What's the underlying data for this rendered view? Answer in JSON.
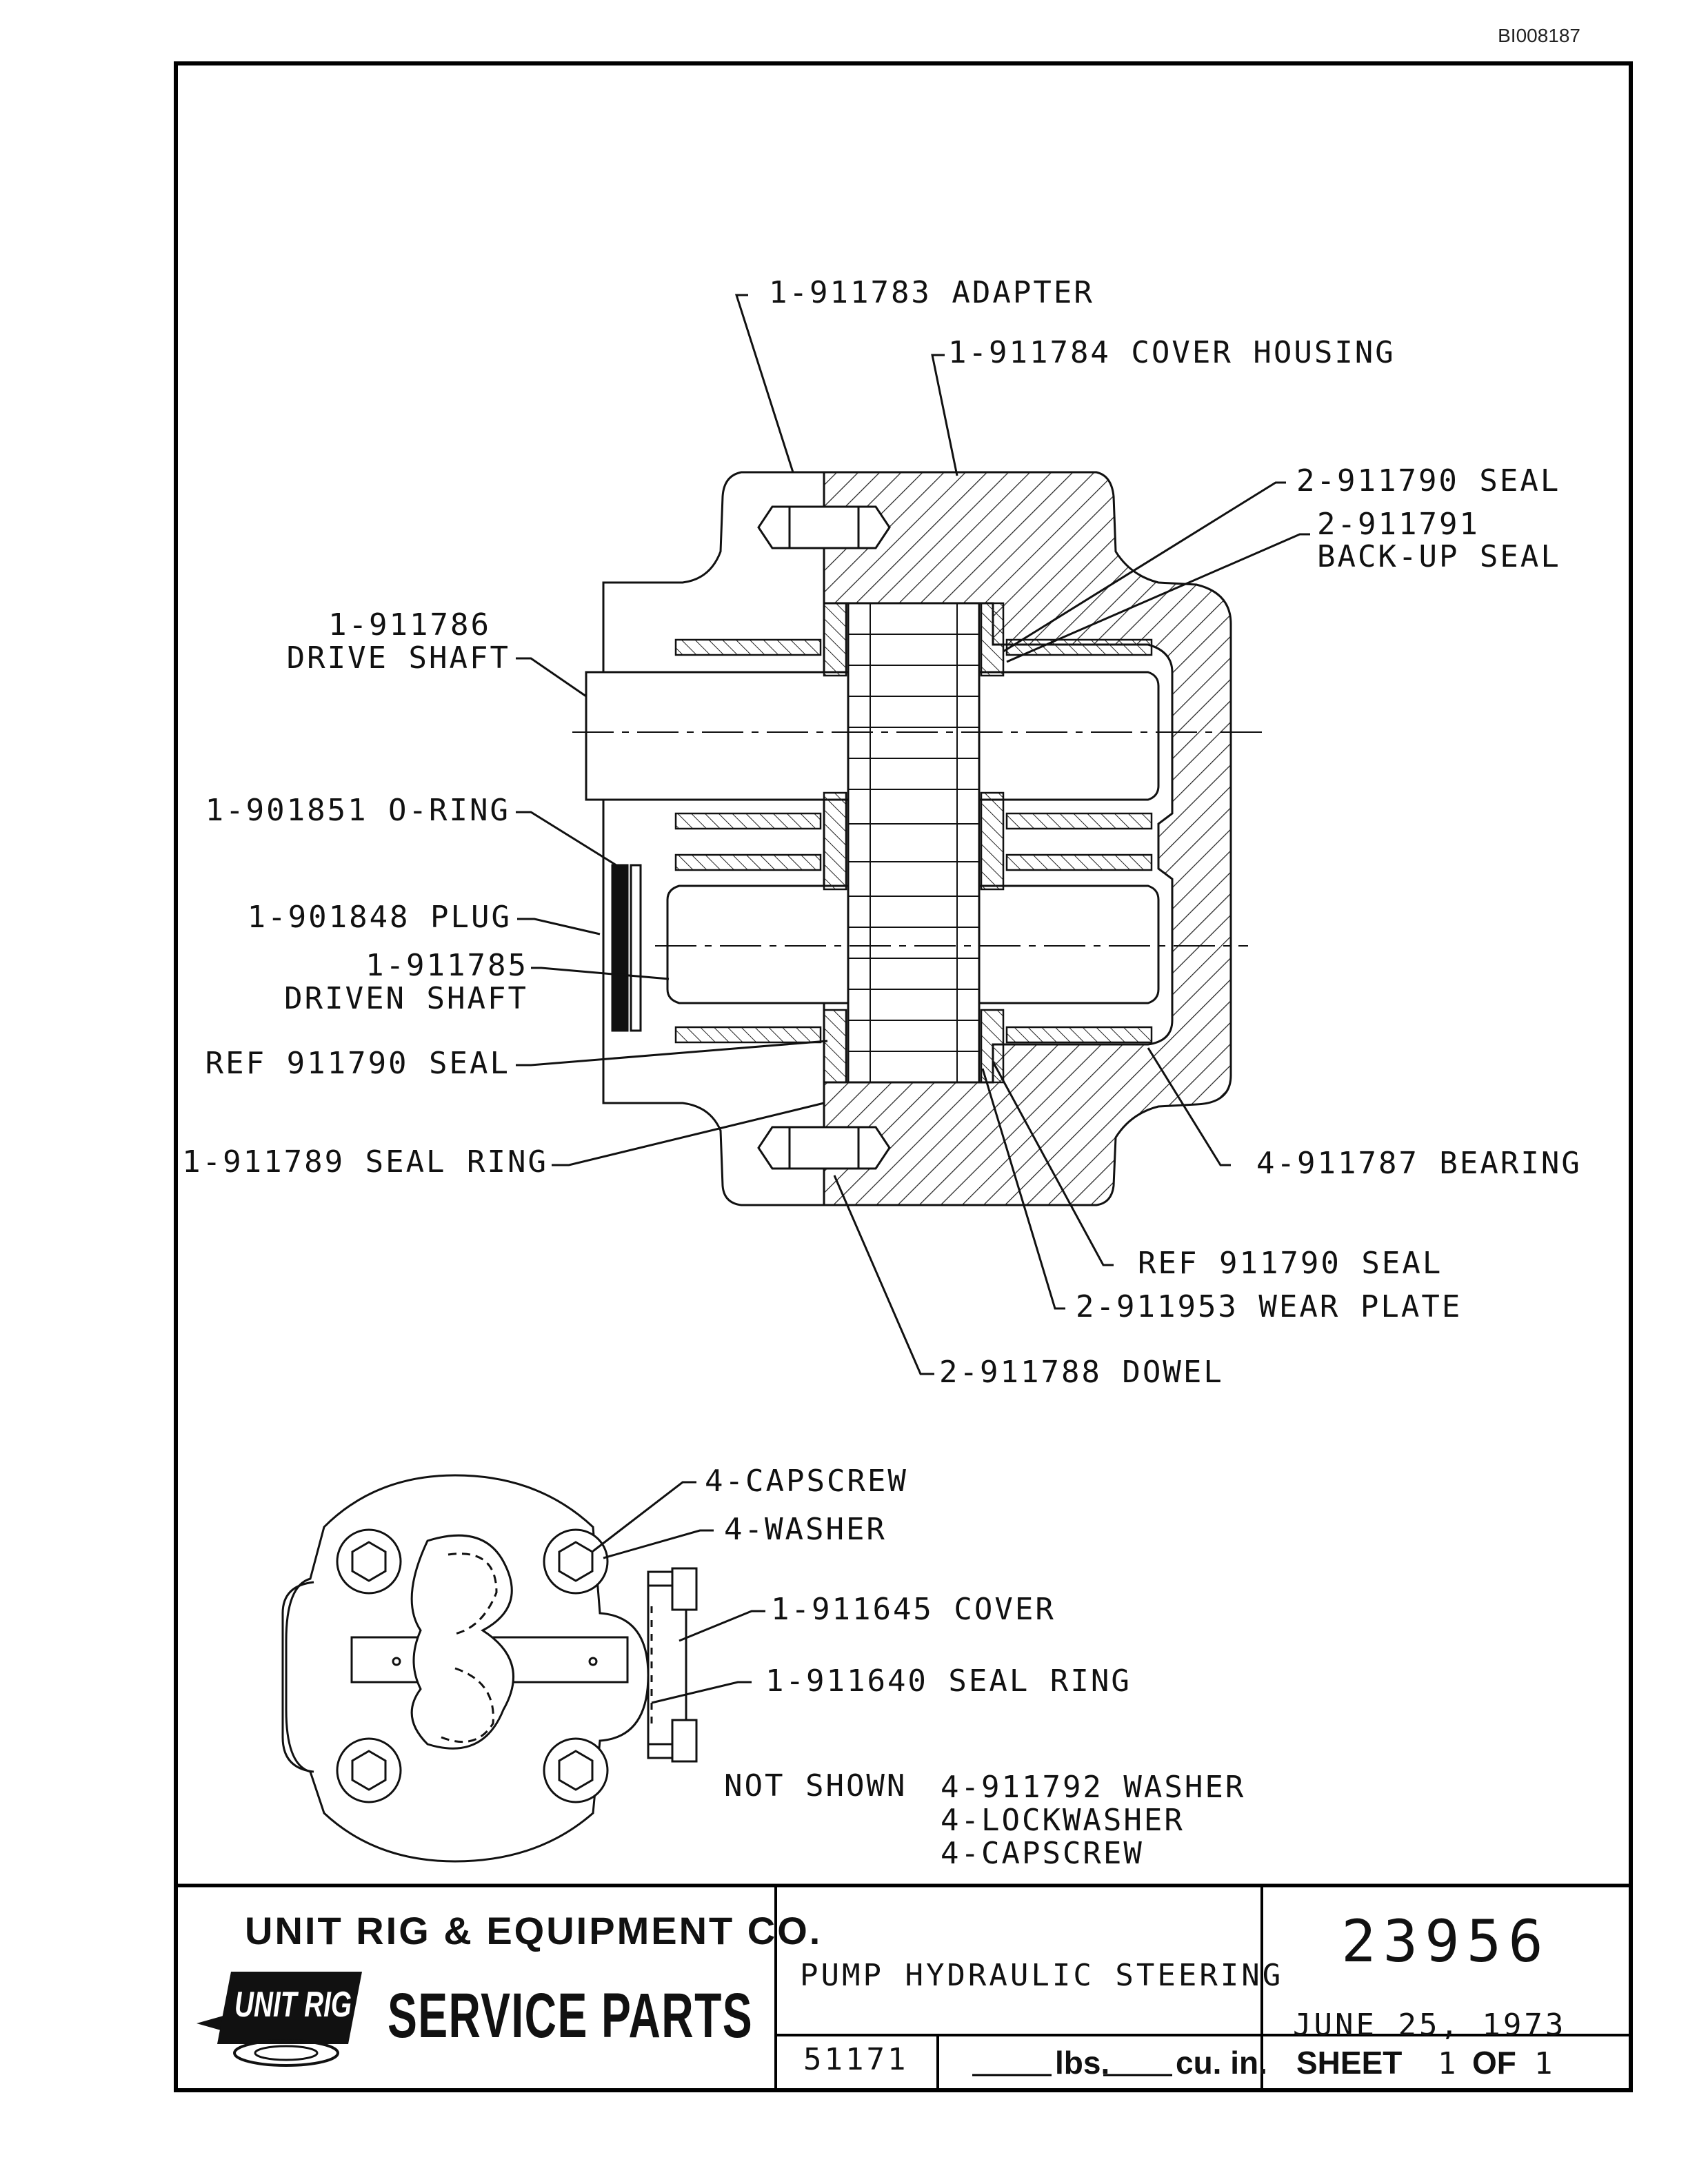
{
  "doc_id": "BI008187",
  "callouts": {
    "adapter": "1-911783 ADAPTER",
    "cover_housing": "1-911784 COVER HOUSING",
    "seal_2_911790": "2-911790 SEAL",
    "backup_seal_1": "2-911791",
    "backup_seal_2": "BACK-UP SEAL",
    "drive_shaft_1": "1-911786",
    "drive_shaft_2": "DRIVE SHAFT",
    "o_ring": "1-901851 O-RING",
    "plug": "1-901848 PLUG",
    "driven_shaft_1": "1-911785",
    "driven_shaft_2": "DRIVEN SHAFT",
    "ref_seal_left": "REF 911790 SEAL",
    "seal_ring": "1-911789 SEAL RING",
    "bearing": "4-911787 BEARING",
    "ref_seal_right": "REF 911790 SEAL",
    "wear_plate": "2-911953 WEAR PLATE",
    "dowel": "2-911788 DOWEL",
    "capscrew": "4-CAPSCREW",
    "washer": "4-WASHER",
    "cover": "1-911645 COVER",
    "cover_seal_ring": "1-911640 SEAL RING",
    "not_shown_label": "NOT SHOWN",
    "not_shown_1": "4-911792 WASHER",
    "not_shown_2": "4-LOCKWASHER",
    "not_shown_3": "4-CAPSCREW"
  },
  "title_block": {
    "company": "UNIT RIG & EQUIPMENT CO.",
    "logo": "UNIT RIG",
    "service_parts": "SERVICE PARTS",
    "description": "PUMP HYDRAULIC STEERING",
    "drawing_number": "23956",
    "date": "JUNE 25, 1973",
    "part_code": "51171",
    "lbs_label": "lbs.",
    "cu_in_label": "cu. in.",
    "sheet_label": "SHEET",
    "sheet_num": "1",
    "of_label": "OF",
    "sheet_total": "1"
  }
}
